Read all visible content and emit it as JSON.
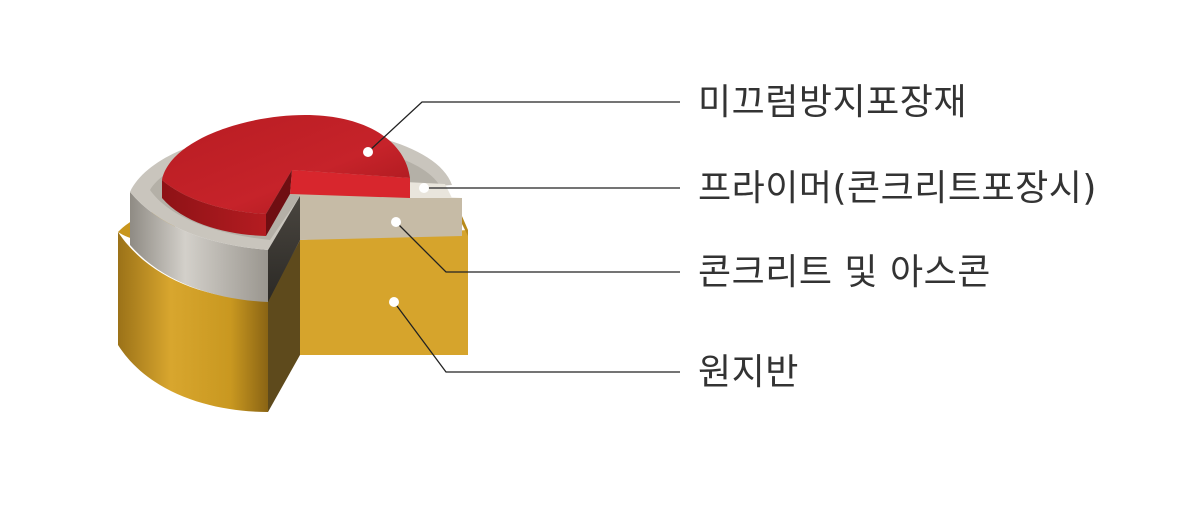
{
  "colors": {
    "surface_layer": "#c21f24",
    "primer_layer": "#c8beaa",
    "concrete_ring": "#b5b1a8",
    "subgrade": "#d4a02a",
    "leader_line": "#222222",
    "label_text": "#333333"
  },
  "layers": [
    {
      "id": "anti-slip",
      "label": "미끄럼방지포장재"
    },
    {
      "id": "primer",
      "label": "프라이머(콘크리트포장시)"
    },
    {
      "id": "concrete",
      "label": "콘크리트 및 아스콘"
    },
    {
      "id": "subgrade",
      "label": "원지반"
    }
  ]
}
